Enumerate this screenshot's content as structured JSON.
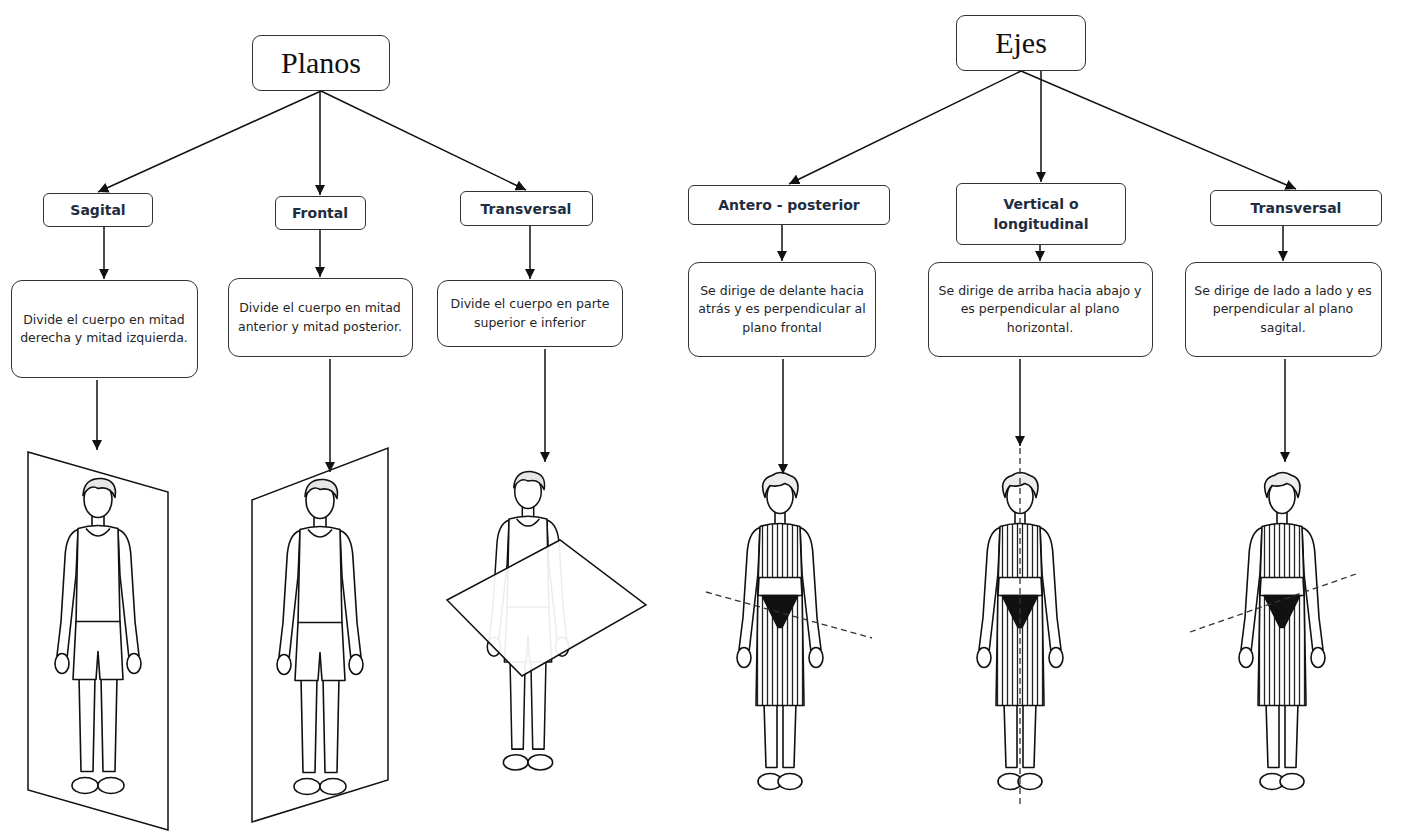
{
  "diagram": {
    "nodes": [
      {
        "text": [
          "Planos"
        ]
      },
      {
        "text": [
          "Sagital"
        ]
      },
      {
        "text": [
          "Frontal"
        ]
      },
      {
        "text": [
          "Transversal"
        ]
      },
      {
        "text": [
          "Divide el cuerpo en mitad derecha y mitad izquierda."
        ]
      },
      {
        "text": [
          "Divide el cuerpo en mitad anterior y mitad posterior."
        ]
      },
      {
        "text": [
          "Divide el cuerpo en parte superior e inferior"
        ]
      },
      {
        "text": [
          "Ejes"
        ]
      },
      {
        "text": [
          "Antero - posterior"
        ]
      },
      {
        "text": [
          "Vertical o longitudinal"
        ]
      },
      {
        "text": [
          "Transversal"
        ]
      },
      {
        "text": [
          "Se dirige de delante hacia atrás y es perpendicular al plano frontal"
        ]
      },
      {
        "text": [
          "Se dirige de arriba hacia abajo y es perpendicular al plano horizontal."
        ]
      },
      {
        "text": [
          "Se dirige de lado a lado y es perpendicular al plano sagital."
        ]
      }
    ],
    "edges": [
      {
        "from": 0,
        "to": 1,
        "arrow": "to"
      },
      {
        "from": 0,
        "to": 2,
        "arrow": "to"
      },
      {
        "from": 0,
        "to": 3,
        "arrow": "to"
      },
      {
        "from": 1,
        "to": 4,
        "arrow": "to"
      },
      {
        "from": 2,
        "to": 5,
        "arrow": "to"
      },
      {
        "from": 3,
        "to": 6,
        "arrow": "to"
      },
      {
        "from": 7,
        "to": 8,
        "arrow": "to"
      },
      {
        "from": 7,
        "to": 9,
        "arrow": "to"
      },
      {
        "from": 7,
        "to": 10,
        "arrow": "to"
      },
      {
        "from": 8,
        "to": 11,
        "arrow": "to"
      },
      {
        "from": 9,
        "to": 12,
        "arrow": "to"
      },
      {
        "from": 10,
        "to": 13,
        "arrow": "to"
      }
    ]
  }
}
